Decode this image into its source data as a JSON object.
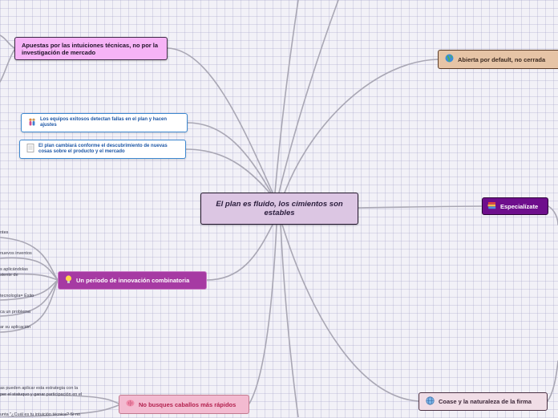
{
  "central": {
    "label": "El plan es fluido, los cimientos son estables"
  },
  "nodes": {
    "apuestas": {
      "label": "Apuestas por las intuiciones técnicas, no por la investigación de mercado"
    },
    "equipos": {
      "label": "Los equipos exitosos detectan fallas en el plan y hacen ajustes",
      "icon": "people-icon"
    },
    "plan_cambiara": {
      "label": "El plan cambiará conforme el descubrimiento de nuevas cosas sobre el producto y el mercado",
      "icon": "document-icon"
    },
    "abierta": {
      "label": "Abierta por default, no cerrada",
      "icon": "globe-icon"
    },
    "especializate": {
      "label": "Especialízate",
      "icon": "books-icon"
    },
    "periodo": {
      "label": "Un periodo de innovación combinatoria",
      "icon": "lightbulb-icon"
    },
    "caballos": {
      "label": "No busques caballos más rápidos",
      "icon": "brain-icon"
    },
    "coase": {
      "label": "Coase y la naturaleza de la firma",
      "icon": "network-globe-icon"
    }
  },
  "subitems": {
    "s1": "ntes",
    "s2": "nuevos inventos",
    "s3a": "s aplicándolas",
    "s3b": "stente de",
    "s4": "tecnología= Éxito",
    "s5": "ca un problema",
    "s6": "ar su aplicación",
    "s7a": "as pueden aplicar esta estrategia con la",
    "s7b": "per el statuquo y ganar participación en el",
    "s8": "unta \"¿Cuál es tu intuición técnica? Si no"
  },
  "colors": {
    "connector": "#a9a7b4",
    "central_fill": "#dcc6e3",
    "pink_fill": "#f6b3f6",
    "blue_border": "#3d88d0",
    "tan_fill": "#e6c4a6",
    "purple_fill": "#6e0e8c",
    "magenta_fill": "#a63aa3",
    "lightpink_fill": "#f3bad0",
    "mauve_fill": "#f0dde6"
  }
}
